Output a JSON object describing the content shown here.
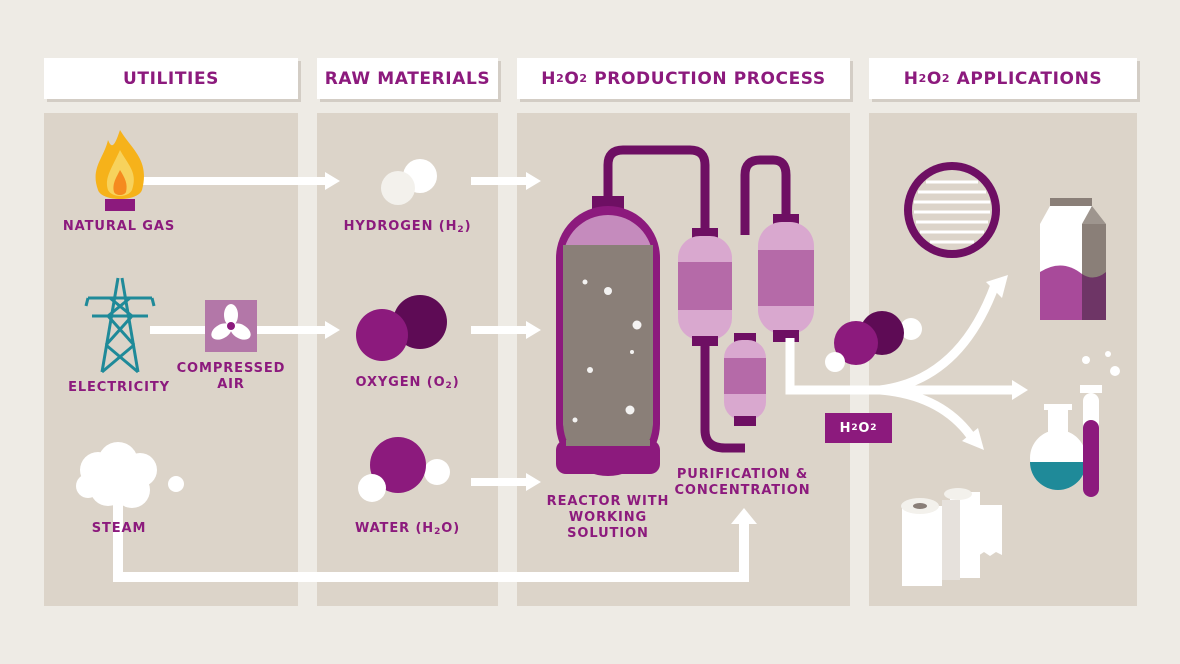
{
  "colors": {
    "accent": "#8c1a7d",
    "accent_light": "#c58bbd",
    "column_background": "#dcd4c9",
    "page_background": "#eeebe5",
    "liquid": "#8a7f78",
    "teal": "#1f8a99"
  },
  "columns": {
    "utilities": {
      "title": "UTILITIES",
      "natural_gas": "NATURAL GAS",
      "electricity": "ELECTRICITY",
      "compressed_air_line1": "COMPRESSED",
      "compressed_air_line2": "AIR",
      "steam": "STEAM"
    },
    "raw_materials": {
      "title": "RAW MATERIALS",
      "hydrogen": {
        "name": "HYDROGEN (H",
        "sub": "2",
        "close": ")"
      },
      "oxygen": {
        "name": "OXYGEN (O",
        "sub": "2",
        "close": ")"
      },
      "water": {
        "name": "WATER (H",
        "sub": "2",
        "rest": "O)"
      }
    },
    "production": {
      "title_a": "H",
      "title_sub1": "2",
      "title_b": "O",
      "title_sub2": "2",
      "title_c": " PRODUCTION PROCESS",
      "reactor_line1": "REACTOR WITH",
      "reactor_line2": "WORKING",
      "reactor_line3": "SOLUTION",
      "purification_line1": "PURIFICATION &",
      "purification_line2": "CONCENTRATION"
    },
    "applications": {
      "title_a": "H",
      "title_sub1": "2",
      "title_b": "O",
      "title_sub2": "2",
      "title_c": " APPLICATIONS"
    }
  },
  "product_badge": {
    "a": "H",
    "sub1": "2",
    "b": "O",
    "sub2": "2"
  },
  "icons": {
    "natural_gas": "flame-icon",
    "electricity": "power-pylon-icon",
    "compressed_air": "fan-icon",
    "steam": "steam-cloud-icon",
    "hydrogen": "hydrogen-molecule-icon",
    "oxygen": "oxygen-molecule-icon",
    "water": "water-molecule-icon",
    "reactor": "reactor-vessel-icon",
    "columns": "purification-column-icon",
    "product": "h2o2-molecule-icon",
    "wafer": "silicon-wafer-icon",
    "carton": "milk-carton-icon",
    "flask": "lab-flask-icon",
    "paper": "paper-roll-icon"
  }
}
